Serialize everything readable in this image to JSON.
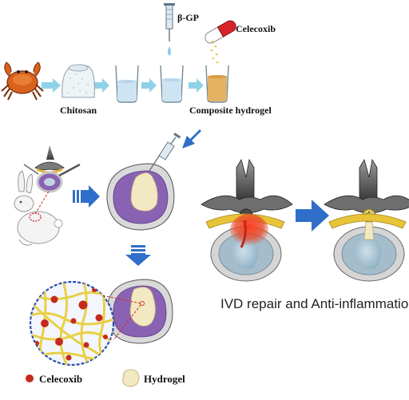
{
  "labels": {
    "beta_gp": "β-GP",
    "celecoxib_top": "Celecoxib",
    "chitosan": "Chitosan",
    "composite_hydrogel": "Composite hydrogel",
    "ivd_repair": "IVD repair and Anti-inflammation"
  },
  "legend": {
    "celecoxib": "Celecoxib",
    "hydrogel": "Hydrogel"
  },
  "colors": {
    "arrow_light": "#8fd2e8",
    "arrow_blue": "#2f6fc9",
    "disc_purple": "#8a62b3",
    "disc_ring": "#d9d9d9",
    "hydrogel": "#f2e8c2",
    "drug_red": "#c42a1e",
    "gel_yellow": "#e8d046",
    "liquid_blue": "#cfe4f2",
    "liquid_amber": "#e3b363",
    "inflammation": "#e84b2a"
  }
}
